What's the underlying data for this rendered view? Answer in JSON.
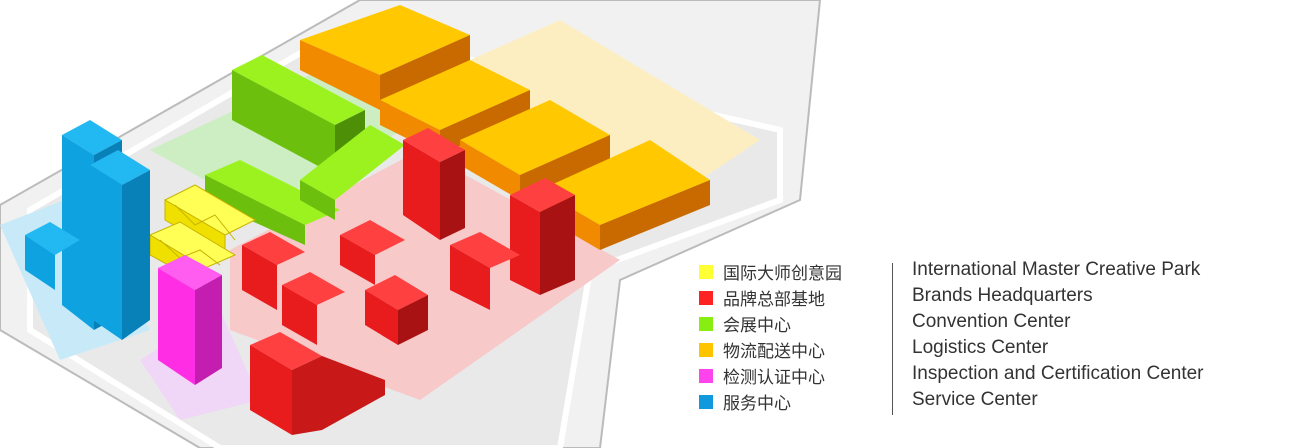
{
  "legend": {
    "items": [
      {
        "zh": "国际大师创意园",
        "en": "International Master Creative Park",
        "color": "#ffff33",
        "icon": "yellow-square"
      },
      {
        "zh": "品牌总部基地",
        "en": "Brands Headquarters",
        "color": "#ff2222",
        "icon": "red-square"
      },
      {
        "zh": "会展中心",
        "en": "Convention Center",
        "color": "#88ee11",
        "icon": "green-square"
      },
      {
        "zh": "物流配送中心",
        "en": "Logistics Center",
        "color": "#ffc400",
        "icon": "orange-square"
      },
      {
        "zh": "检测认证中心",
        "en": "Inspection and Certification Center",
        "color": "#ff44ee",
        "icon": "magenta-square"
      },
      {
        "zh": "服务中心",
        "en": "Service Center",
        "color": "#1199dd",
        "icon": "blue-square"
      }
    ]
  },
  "colors": {
    "background": "#ffffff",
    "site_ground": "#eeeeee",
    "road": "#d9d9d9",
    "shadow": "#555555"
  }
}
